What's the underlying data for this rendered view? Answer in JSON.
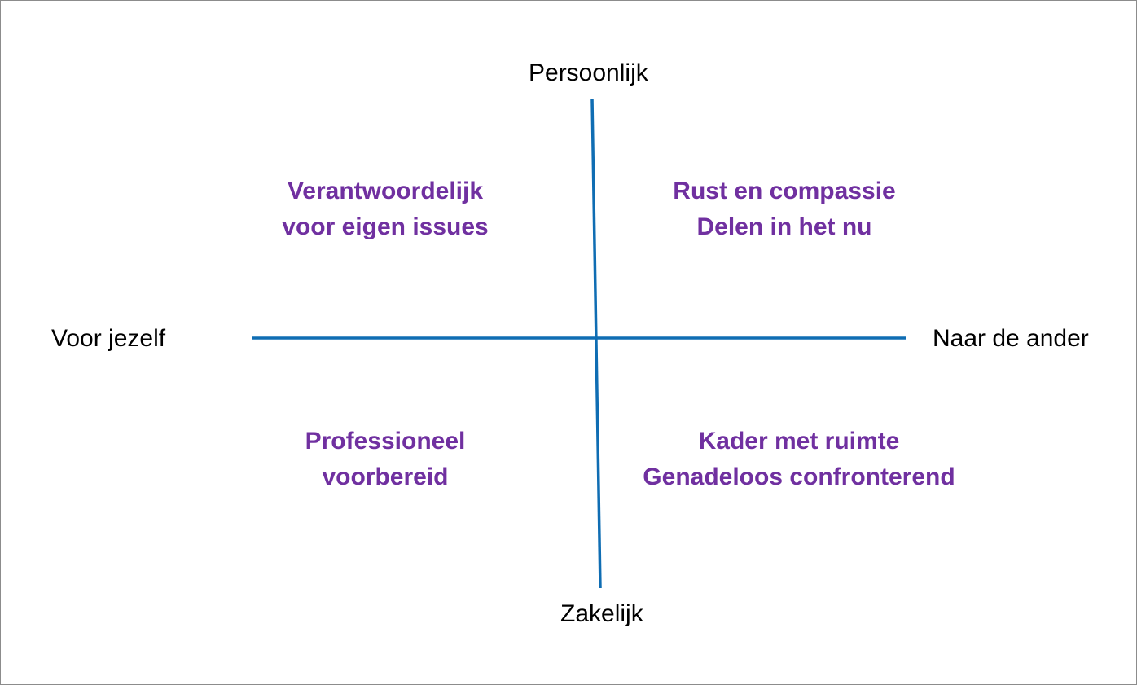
{
  "colors": {
    "axis": "#0f6db3",
    "quadrant_text": "#7030a0",
    "axis_text": "#000000",
    "border": "#8c8c8c"
  },
  "axes": {
    "top": "Persoonlijk",
    "bottom": "Zakelijk",
    "left": "Voor jezelf",
    "right": "Naar de ander"
  },
  "quadrants": {
    "top_left": {
      "line1": "Verantwoordelijk",
      "line2": "voor eigen issues"
    },
    "top_right": {
      "line1": "Rust en compassie",
      "line2": "Delen in het nu"
    },
    "bottom_left": {
      "line1": "Professioneel",
      "line2": "voorbereid"
    },
    "bottom_right": {
      "line1": "Kader met ruimte",
      "line2": "Genadeloos confronterend"
    }
  }
}
